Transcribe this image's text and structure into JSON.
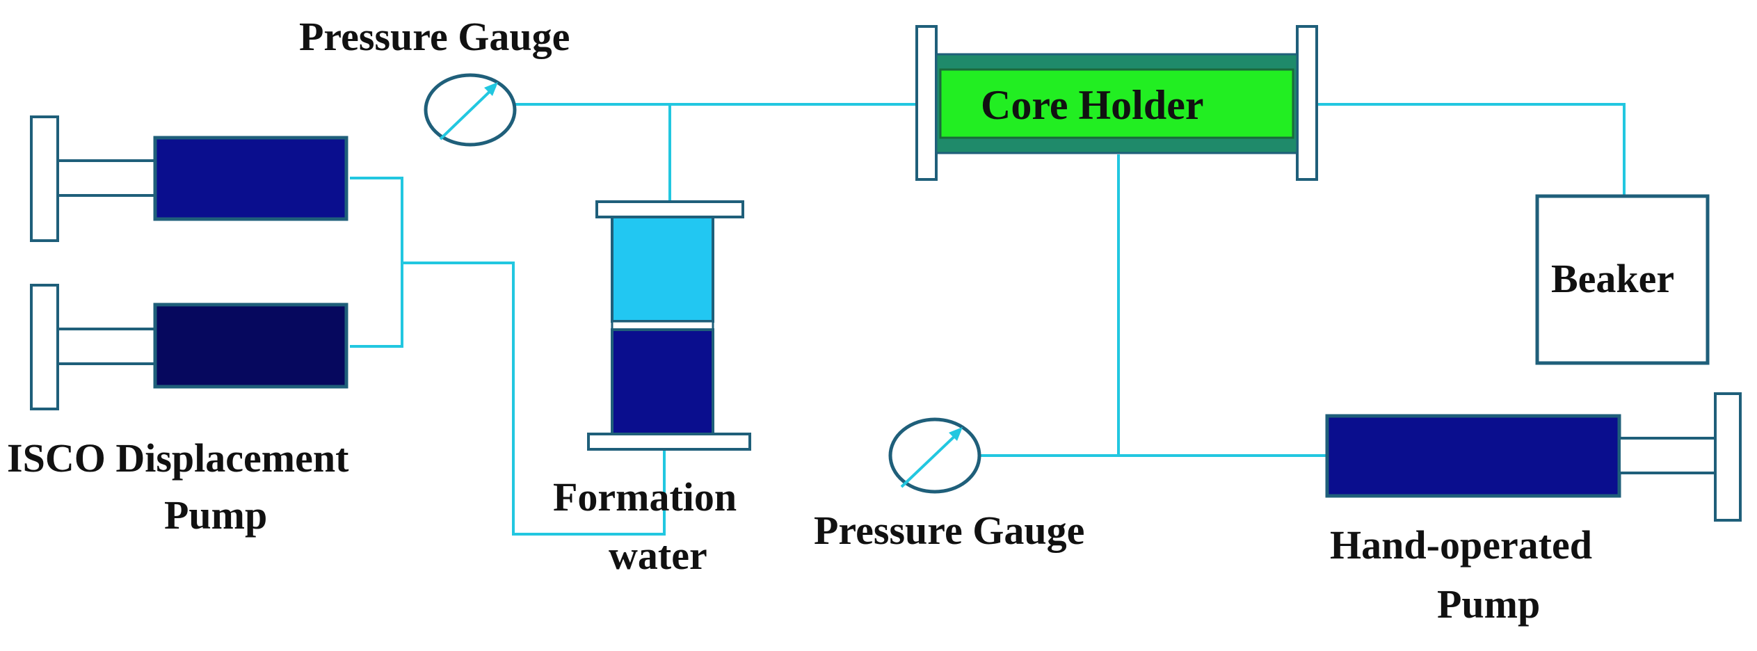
{
  "labels": {
    "pressure_gauge_top": "Pressure Gauge",
    "core_holder": "Core Holder",
    "beaker": "Beaker",
    "isco_line1": "ISCO Displacement",
    "isco_line2": "Pump",
    "formation_line1": "Formation",
    "formation_line2": "water",
    "pressure_gauge_bottom": "Pressure Gauge",
    "hand_line1": "Hand-operated",
    "hand_line2": "Pump"
  },
  "colors": {
    "pipe": "#22c7e0",
    "pump_body": "#0a0e8e",
    "pump_body_dark": "#06085e",
    "core_green": "#22ee22",
    "core_border": "#1f8a6a",
    "formation_water": "#22c7f2",
    "outline": "#1f5f7a"
  }
}
